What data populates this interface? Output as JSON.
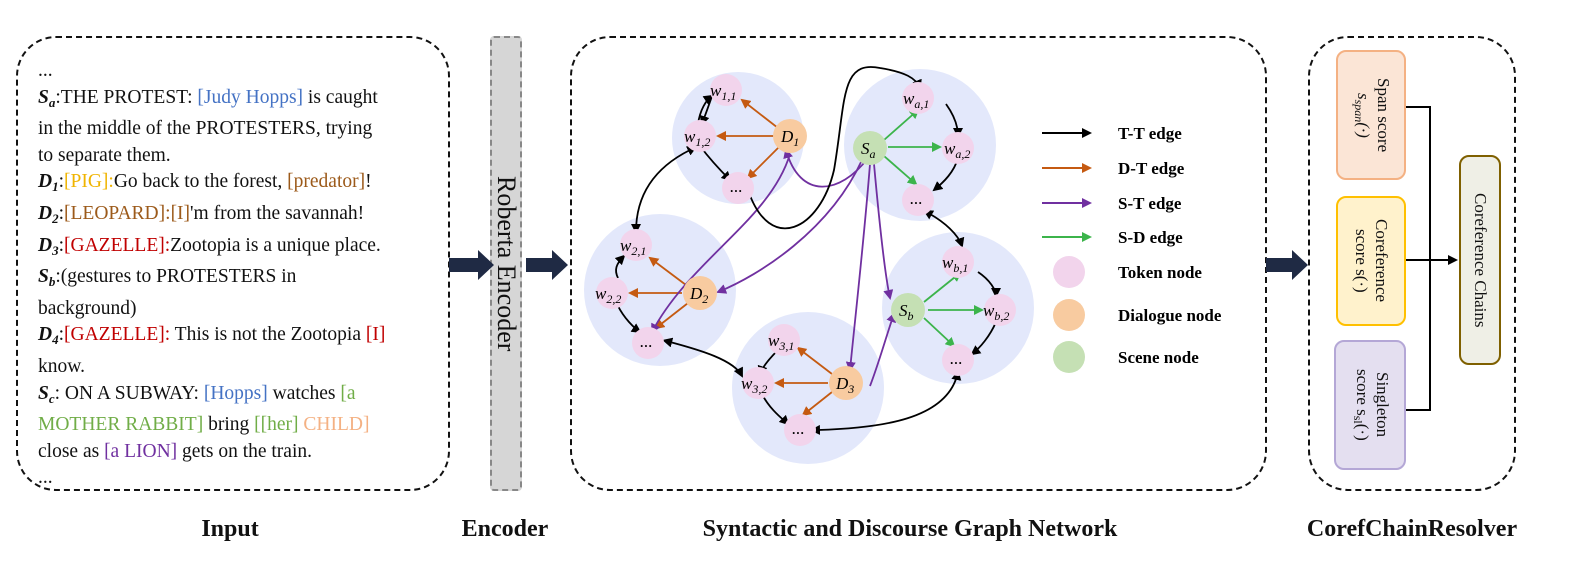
{
  "input": {
    "ellipsis_top": "...",
    "ellipsis_bottom": "...",
    "sa": {
      "speaker": "S",
      "sub": "a",
      "sep": ":",
      "t1": "THE PROTEST: ",
      "judy": "[Judy Hopps]",
      "t2": " is caught"
    },
    "sa_line2": "in the middle of the PROTESTERS, trying",
    "sa_line3": "to separate them.",
    "d1": {
      "speaker": "D",
      "sub": "1",
      "sep": ":",
      "pig": "[PIG]:",
      "t1": "Go back to the forest, ",
      "predator": "[predator]",
      "t2": "!"
    },
    "d2": {
      "speaker": "D",
      "sub": "2",
      "sep": ":",
      "leopard": "[LEOPARD]:",
      "i": "[I]",
      "t1": "'m from the savannah!"
    },
    "d3": {
      "speaker": "D",
      "sub": "3",
      "sep": ":",
      "gazelle": "[GAZELLE]:",
      "t1": "Zootopia is a unique place."
    },
    "sb": {
      "speaker": "S",
      "sub": "b",
      "sep": ":",
      "t1": "(gestures to PROTESTERS in"
    },
    "sb_line2": "background)",
    "d4": {
      "speaker": "D",
      "sub": "4",
      "sep": ":",
      "gazelle": "[GAZELLE]:",
      "t1": " This is not the Zootopia ",
      "i": "[I]"
    },
    "d4_line2": "know.",
    "sc": {
      "speaker": "S",
      "sub": "c",
      "sep": ": ON A SUBWAY: ",
      "hopps": "[Hopps]",
      "t1": " watches ",
      "a": "[a"
    },
    "sc_line2": {
      "mother": "MOTHER RABBIT]",
      "t1": " bring ",
      "her": "[[her]",
      "child": " CHILD]"
    },
    "sc_line3": {
      "t1": "close as ",
      "lion": "[a LION]",
      "t2": " gets on the train."
    }
  },
  "encoder": {
    "label": "Roberta Encoder"
  },
  "graph": {
    "nodes": {
      "w11": "w",
      "w11_sub": "1,1",
      "w12": "w",
      "w12_sub": "1,2",
      "d1": "D",
      "d1_sub": "1",
      "dots1": "...",
      "sa": "S",
      "sa_sub": "a",
      "wa1": "w",
      "wa1_sub": "a,1",
      "wa2": "w",
      "wa2_sub": "a,2",
      "dotsa": "...",
      "w21": "w",
      "w21_sub": "2,1",
      "w22": "w",
      "w22_sub": "2,2",
      "d2": "D",
      "d2_sub": "2",
      "dots2": "...",
      "w31": "w",
      "w31_sub": "3,1",
      "w32": "w",
      "w32_sub": "3,2",
      "d3": "D",
      "d3_sub": "3",
      "dots3": "...",
      "sb": "S",
      "sb_sub": "b",
      "wb1": "w",
      "wb1_sub": "b,1",
      "wb2": "w",
      "wb2_sub": "b,2",
      "dotsb": "..."
    },
    "legend": [
      {
        "label": "T-T edge",
        "kind": "arrow",
        "color": "#000000"
      },
      {
        "label": "D-T edge",
        "kind": "arrow",
        "color": "#c55a11"
      },
      {
        "label": "S-T edge",
        "kind": "arrow",
        "color": "#7030a0"
      },
      {
        "label": "S-D edge",
        "kind": "arrow",
        "color": "#3cb44b"
      },
      {
        "label": "Token node",
        "kind": "circle",
        "color": "#f2d4ec"
      },
      {
        "label": "Dialogue node",
        "kind": "circle",
        "color": "#f8cba0"
      },
      {
        "label": "Scene node",
        "kind": "circle",
        "color": "#c5e0b4"
      }
    ]
  },
  "resolver": {
    "span_line1": "Span score",
    "span_sym": "s",
    "span_sub": "span",
    "span_arg": "(·)",
    "coref_line1": "Coreference",
    "coref_line2": "score s(·)",
    "single_line1": "Singleton",
    "single_sym": "score s",
    "single_sub": "sl",
    "single_arg": "(·)",
    "chains": "Coreference Chains"
  },
  "captions": {
    "input": "Input",
    "encoder": "Encoder",
    "graph": "Syntactic and Discourse Graph Network",
    "coref": "CorefChainResolver"
  }
}
